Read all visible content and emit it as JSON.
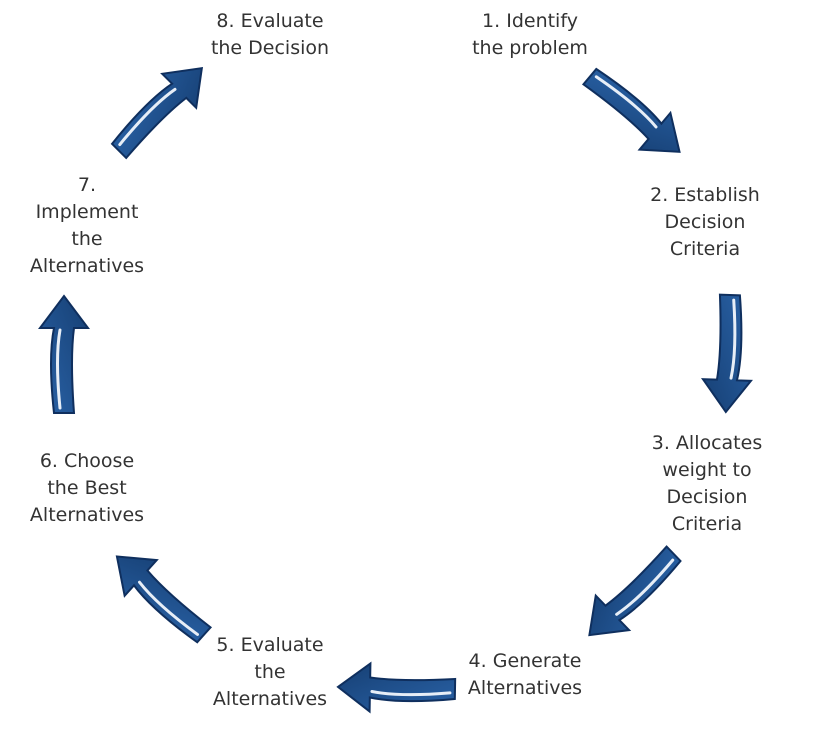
{
  "diagram": {
    "type": "decision-making-cycle",
    "colors": {
      "arrow_fill": "#1d4f8c",
      "arrow_edge": "#0f2f5e",
      "arrow_highlight": "#e7eef7",
      "text": "#333333",
      "background": "#ffffff"
    },
    "arrow_icon": "curved-block-arrow",
    "steps": [
      {
        "lines": [
          "1. Identify",
          "the problem"
        ]
      },
      {
        "lines": [
          "2. Establish",
          "Decision",
          "Criteria"
        ]
      },
      {
        "lines": [
          "3. Allocates",
          "weight to",
          "Decision",
          "Criteria"
        ]
      },
      {
        "lines": [
          "4. Generate",
          "Alternatives"
        ]
      },
      {
        "lines": [
          "5. Evaluate",
          "the",
          "Alternatives"
        ]
      },
      {
        "lines": [
          "6. Choose",
          "the Best",
          "Alternatives"
        ]
      },
      {
        "lines": [
          "7.",
          "Implement",
          "the",
          "Alternatives"
        ]
      },
      {
        "lines": [
          "8. Evaluate",
          "the Decision"
        ]
      }
    ]
  }
}
